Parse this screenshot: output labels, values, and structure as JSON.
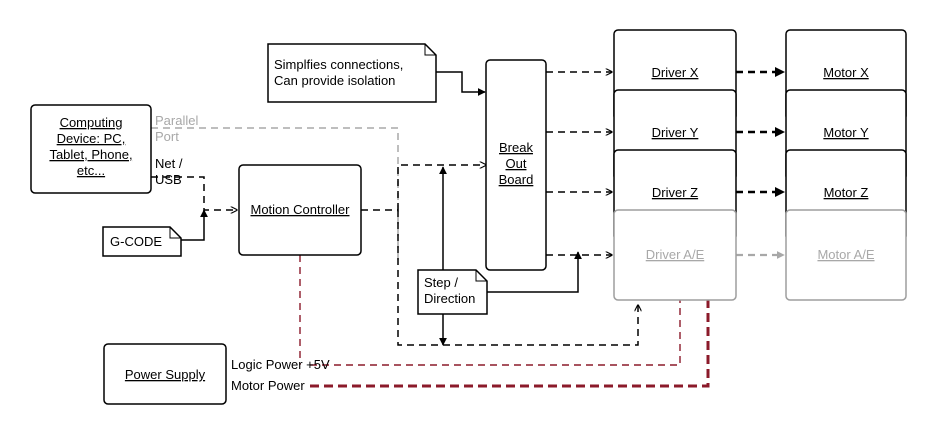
{
  "nodes": {
    "computing_device": [
      "Computing",
      "Device: PC,",
      "Tablet, Phone,",
      "etc..."
    ],
    "gcode": "G-CODE",
    "motion_controller": "Motion Controller",
    "breakout_board": [
      "Break",
      "Out",
      "Board"
    ],
    "power_supply": "Power Supply",
    "driver_x": "Driver X",
    "driver_y": "Driver Y",
    "driver_z": "Driver Z",
    "driver_ae": "Driver A/E",
    "motor_x": "Motor X",
    "motor_y": "Motor Y",
    "motor_z": "Motor Z",
    "motor_ae": "Motor A/E"
  },
  "notes": {
    "simplifies": [
      "Simplfies connections,",
      "Can provide isolation"
    ],
    "step_direction": [
      "Step /",
      "Direction"
    ]
  },
  "edge_labels": {
    "parallel_port": [
      "Parallel",
      "Port"
    ],
    "net_usb": [
      "Net /",
      "USB"
    ],
    "logic_power": "Logic Power +5V",
    "motor_power": "Motor Power"
  },
  "colors": {
    "line": "#000000",
    "inactive": "#a8a8a8",
    "power": "#8b1a2a"
  }
}
